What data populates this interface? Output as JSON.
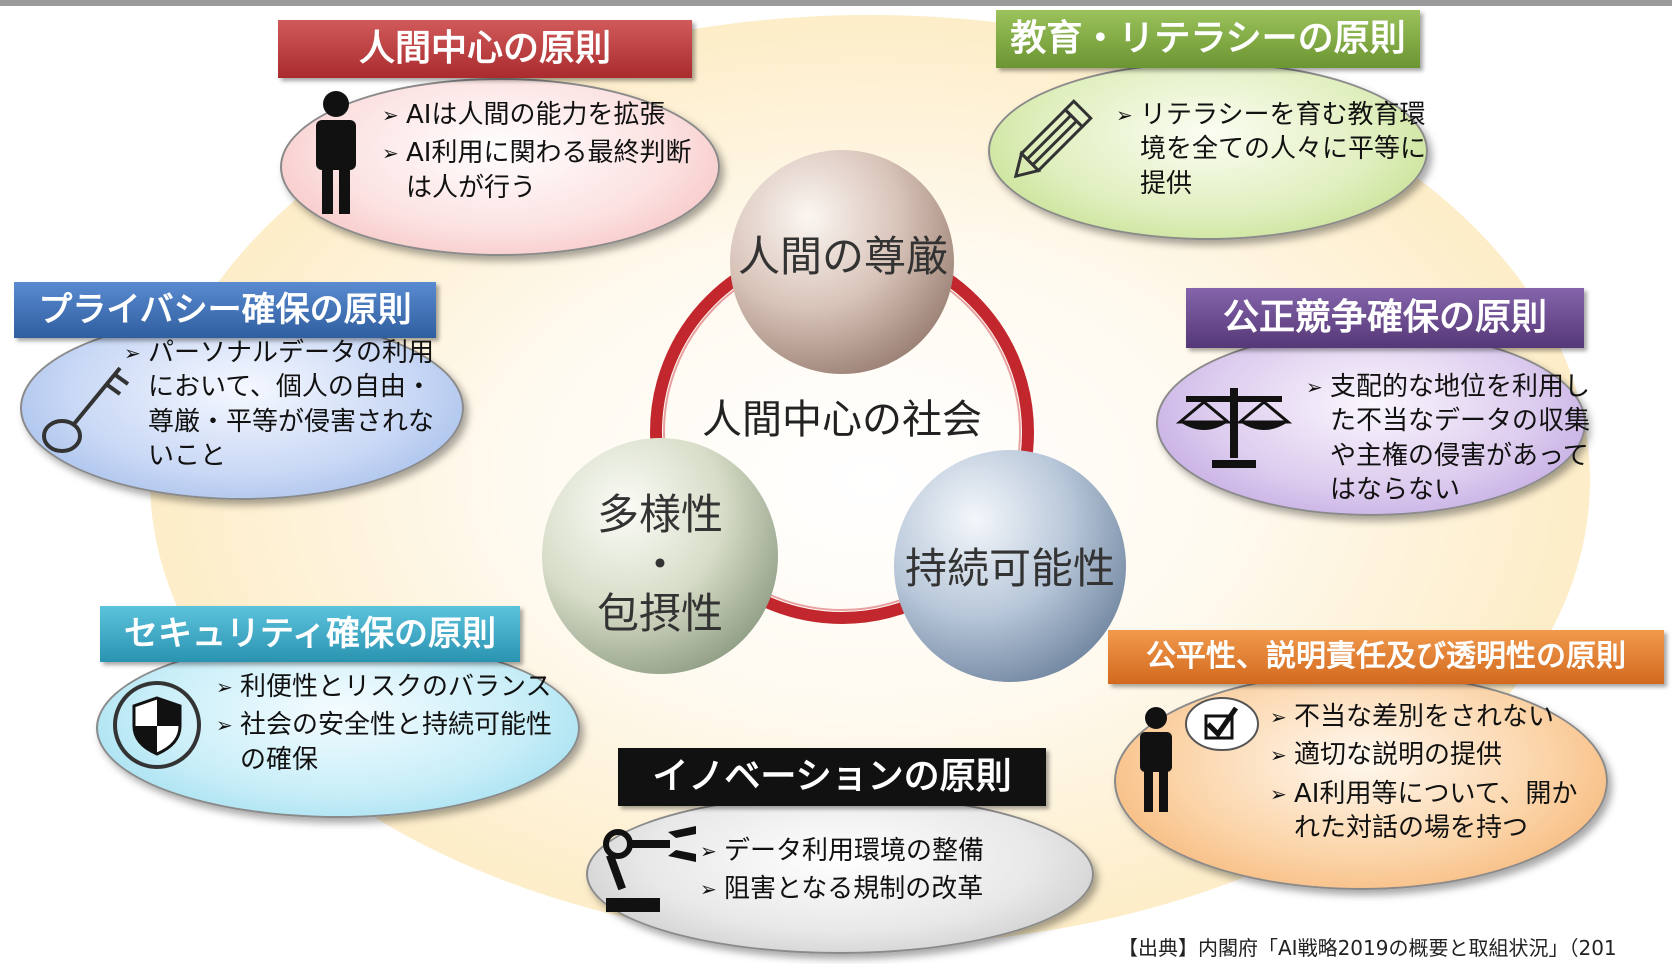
{
  "core": {
    "title": "人間中心の社会",
    "dignity": "人間の尊厳",
    "diversity_line1": "多様性",
    "diversity_dot": "・",
    "diversity_line2": "包摂性",
    "sustainability": "持続可能性"
  },
  "principles": {
    "human_centric": {
      "title": "人間中心の原則",
      "items": [
        "AIは人間の能力を拡張",
        "AI利用に関わる最終判断は人が行う"
      ]
    },
    "education": {
      "title": "教育・リテラシーの原則",
      "items": [
        "リテラシーを育む教育環境を全ての人々に平等に提供"
      ]
    },
    "privacy": {
      "title": "プライバシー確保の原則",
      "items": [
        "パーソナルデータの利用において、個人の自由・尊厳・平等が侵害されないこと"
      ]
    },
    "fair_competition": {
      "title": "公正競争確保の原則",
      "items": [
        "支配的な地位を利用した不当なデータの収集や主権の侵害があってはならない"
      ]
    },
    "security": {
      "title": "セキュリティ確保の原則",
      "items": [
        "利便性とリスクのバランス",
        "社会の安全性と持続可能性の確保"
      ]
    },
    "fairness": {
      "title": "公平性、説明責任及び透明性の原則",
      "items": [
        "不当な差別をされない",
        "適切な説明の提供",
        "AI利用等について、開かれた対話の場を持つ"
      ]
    },
    "innovation": {
      "title": "イノベーションの原則",
      "items": [
        "データ利用環境の整備",
        "阻害となる規制の改革"
      ]
    }
  },
  "source": "【出典】内閣府「AI戦略2019の概要と取組状況」（201",
  "colors": {
    "human_banner": "#c0393b",
    "education_banner": "#7aa83b",
    "privacy_banner": "#3a6fb5",
    "fair_banner": "#6b4a8f",
    "security_banner": "#3aa8c4",
    "fairness_banner": "#e07a2a",
    "innovation_banner": "#111111"
  },
  "icons": [
    "person-icon",
    "pencil-icon",
    "key-icon",
    "scale-icon",
    "shield-icon",
    "person-check-icon",
    "robot-arm-icon"
  ]
}
